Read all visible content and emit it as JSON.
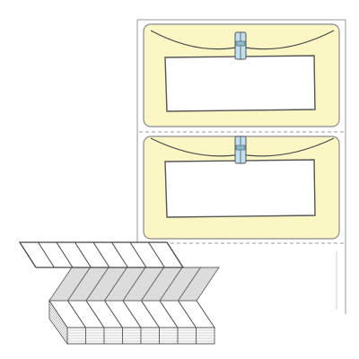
{
  "image": {
    "subject": "fanfold-label-stock-illustration",
    "colors": {
      "label_fill": "#fbf7c5",
      "label_border": "#8a8a8a",
      "liner": "#ffffff",
      "liner_border": "#9a9a9a",
      "perforation": "#9a9a9a",
      "clothespin": "#bfe0f0",
      "twine": "#4a4a4a",
      "window_border": "#555555",
      "stack_shadow": "#d0d0d0"
    },
    "labels": [
      {
        "part": "upper-label",
        "icons": [
          "clothespin-icon",
          "twine-line"
        ]
      },
      {
        "part": "lower-label",
        "icons": [
          "clothespin-icon",
          "twine-line"
        ]
      }
    ],
    "fanfold_stack": {
      "columns": 8
    }
  }
}
